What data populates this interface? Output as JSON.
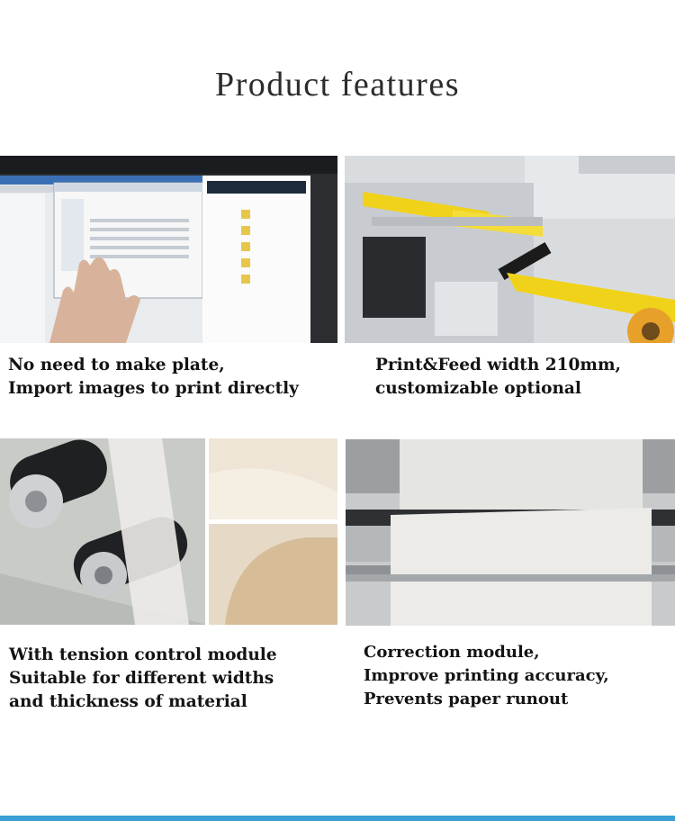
{
  "page": {
    "title": "Product features",
    "accent_line_color": "#3aa0d6"
  },
  "features": [
    {
      "image": "monitor-software-photo",
      "lines": [
        "No need to make plate,",
        "Import images to print directly"
      ]
    },
    {
      "image": "yellow-label-feeder-photo",
      "lines": [
        "Print&Feed width 210mm,",
        "customizable optional"
      ]
    },
    {
      "image": "tension-roller-photo",
      "lines": [
        "With tension control module",
        "Suitable for different widths",
        "and thickness of material"
      ]
    },
    {
      "image": "paper-correction-photo",
      "lines": [
        "Correction module,",
        "Improve printing accuracy,",
        "Prevents paper runout"
      ]
    }
  ]
}
